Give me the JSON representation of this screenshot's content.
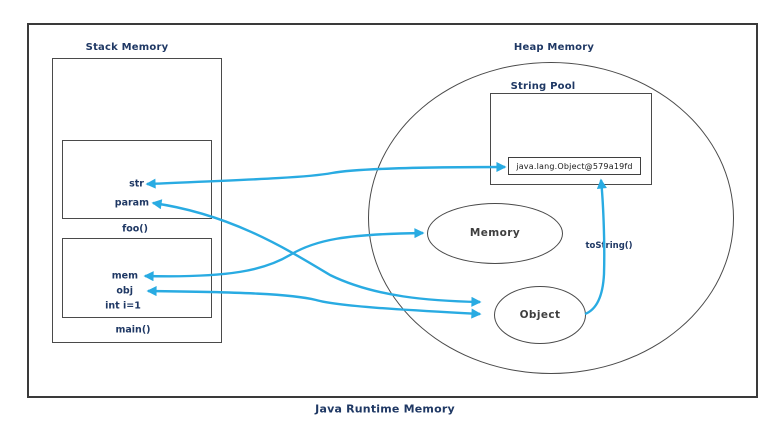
{
  "colors": {
    "background": "#ffffff",
    "border": "#4a4a4a",
    "arrow": "#29abe2",
    "title_text": "#1f3864",
    "node_text": "#3f3f3f",
    "value_text": "#1a1a1a"
  },
  "caption": "Java Runtime Memory",
  "stack": {
    "title": "Stack Memory",
    "frames": [
      {
        "label": "foo()",
        "vars": [
          "str",
          "param"
        ]
      },
      {
        "label": "main()",
        "vars": [
          "mem",
          "obj",
          "int i=1"
        ]
      }
    ]
  },
  "heap": {
    "title": "Heap Memory",
    "string_pool": {
      "title": "String Pool",
      "value": "java.lang.Object@579a19fd"
    },
    "nodes": [
      {
        "label": "Memory"
      },
      {
        "label": "Object"
      }
    ],
    "method_label": "toString()"
  }
}
